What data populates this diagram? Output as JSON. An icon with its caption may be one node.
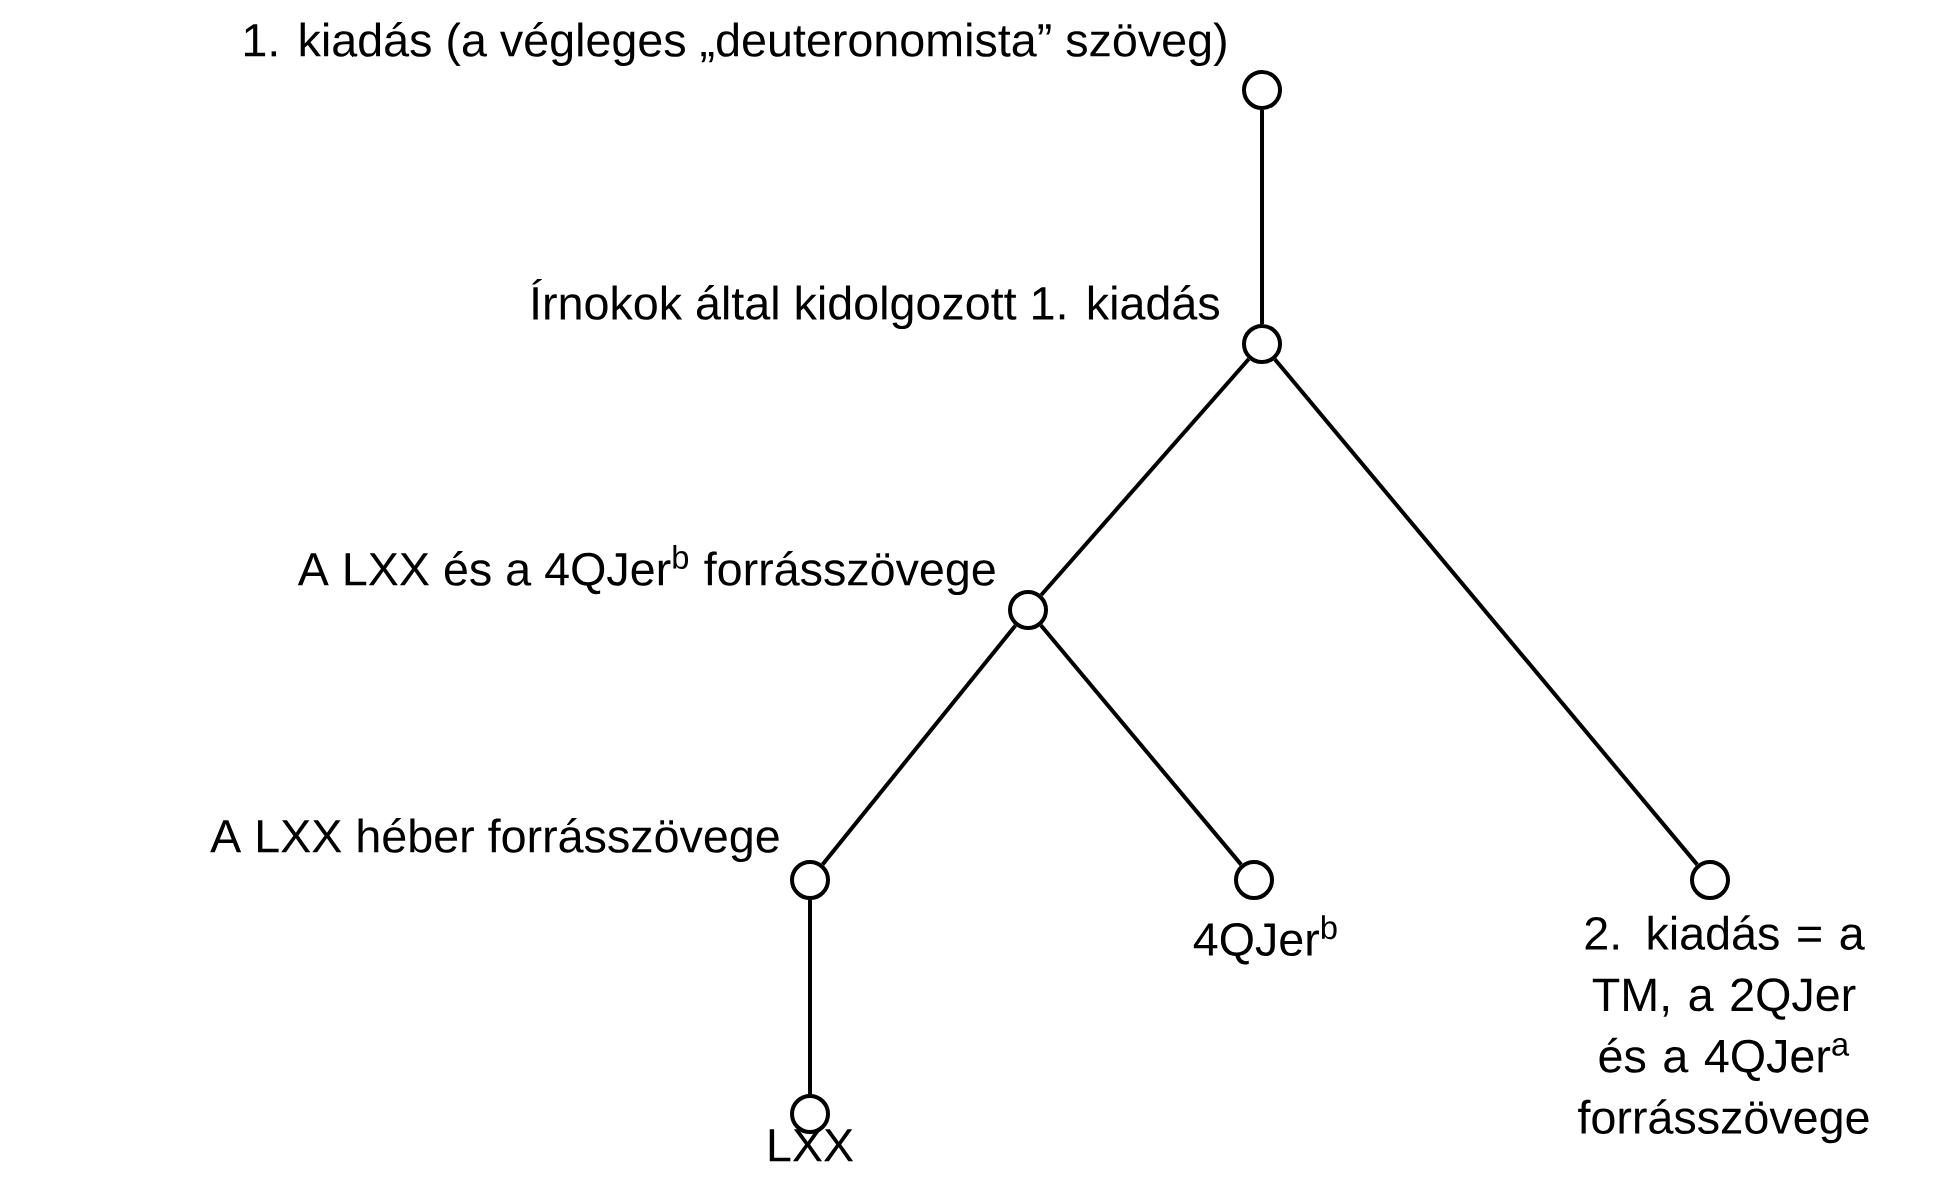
{
  "diagram": {
    "nodes": [
      {
        "text": [],
        "shape": "circle",
        "beside": [
          "1. kiadás (a végleges „deuteronomista” szöveg)"
        ]
      },
      {
        "text": [],
        "shape": "circle",
        "beside": [
          "Írnokok által kidolgozott 1. kiadás"
        ]
      },
      {
        "text": [],
        "shape": "circle",
        "beside": [
          "A LXX és a 4QJer$^{b}$ forrásszövege"
        ]
      },
      {
        "text": [],
        "shape": "circle",
        "beside": [
          "A LXX héber forrásszövege"
        ]
      },
      {
        "text": [],
        "shape": "circle",
        "beside": [
          "4QJer$^{b}$"
        ]
      },
      {
        "text": [],
        "shape": "circle",
        "beside": [
          "2. kiadás = a TM, a 2QJer és a 4QJer$^{a}$ forrásszövege"
        ]
      },
      {
        "text": [],
        "shape": "circle",
        "beside": [
          "LXX"
        ]
      }
    ],
    "edges": [
      {
        "from": 0,
        "to": 1,
        "arrow": "none"
      },
      {
        "from": 1,
        "to": 2,
        "arrow": "none"
      },
      {
        "from": 1,
        "to": 5,
        "arrow": "none"
      },
      {
        "from": 2,
        "to": 3,
        "arrow": "none"
      },
      {
        "from": 2,
        "to": 4,
        "arrow": "none"
      },
      {
        "from": 3,
        "to": 6,
        "arrow": "none"
      }
    ]
  }
}
